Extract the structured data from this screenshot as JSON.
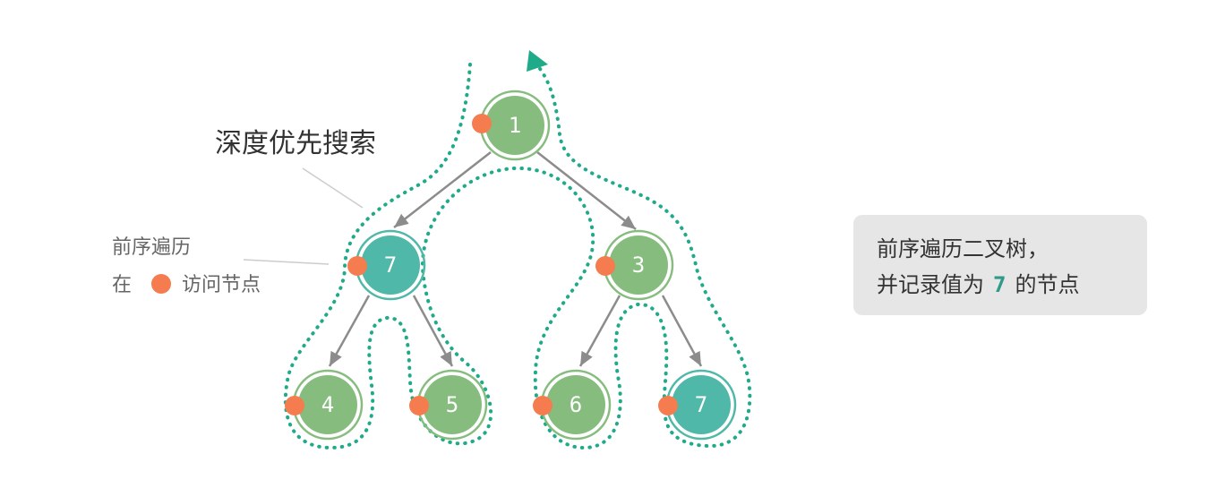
{
  "dfs_label": "深度优先搜索",
  "legend": {
    "line1": "前序遍历",
    "line2_prefix": "在",
    "line2_suffix": "访问节点"
  },
  "info": {
    "line1": "前序遍历二叉树，",
    "line2_prefix": "并记录值为",
    "line2_value": "7",
    "line2_suffix": "的节点"
  },
  "tree": {
    "nodes": [
      {
        "id": "n1",
        "value": "1",
        "highlighted": false
      },
      {
        "id": "n2",
        "value": "7",
        "highlighted": true
      },
      {
        "id": "n3",
        "value": "3",
        "highlighted": false
      },
      {
        "id": "n4",
        "value": "4",
        "highlighted": false
      },
      {
        "id": "n5",
        "value": "5",
        "highlighted": false
      },
      {
        "id": "n6",
        "value": "6",
        "highlighted": false
      },
      {
        "id": "n7",
        "value": "7",
        "highlighted": true
      }
    ],
    "edges": [
      [
        "n1",
        "n2"
      ],
      [
        "n1",
        "n3"
      ],
      [
        "n2",
        "n4"
      ],
      [
        "n2",
        "n5"
      ],
      [
        "n3",
        "n6"
      ],
      [
        "n3",
        "n7"
      ]
    ]
  },
  "colors": {
    "node_normal": "#86bd7e",
    "node_highlight": "#50b8a8",
    "ring_normal": "#86bd7e",
    "ring_highlight": "#50b8a8",
    "visit_dot": "#f47c4e",
    "path": "#1faa8a",
    "edge": "#8c8c8c"
  }
}
